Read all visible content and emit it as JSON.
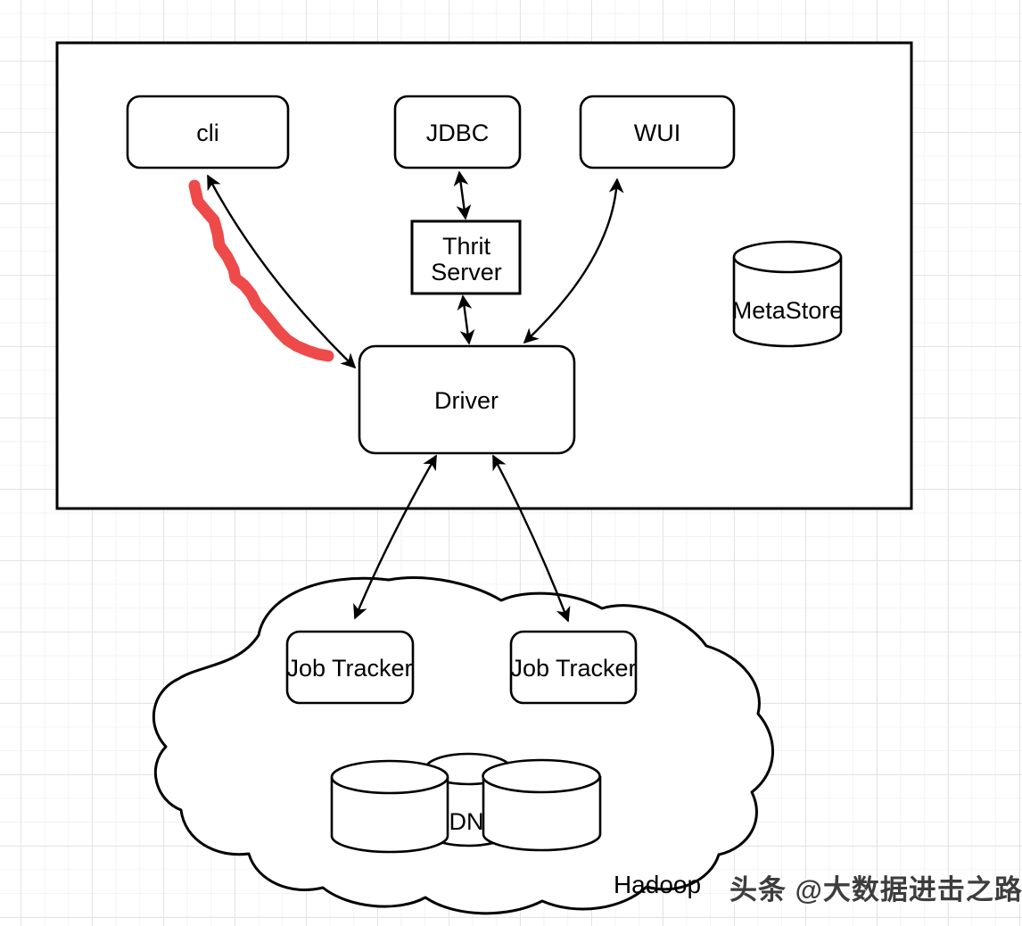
{
  "nodes": {
    "cli": "cli",
    "jdbc": "JDBC",
    "wui": "WUI",
    "thrift_line1": "Thrit",
    "thrift_line2": "Server",
    "driver": "Driver",
    "metastore": "MetaStore",
    "job_tracker_left": "Job Tracker",
    "job_tracker_right": "Job Tracker",
    "dn": "DN",
    "cloud_label": "Hadoop"
  },
  "watermark": "头条 @大数据进击之路",
  "colors": {
    "line": "#000000",
    "node_fill": "#ffffff",
    "highlight_marker": "#ee4a4a"
  }
}
